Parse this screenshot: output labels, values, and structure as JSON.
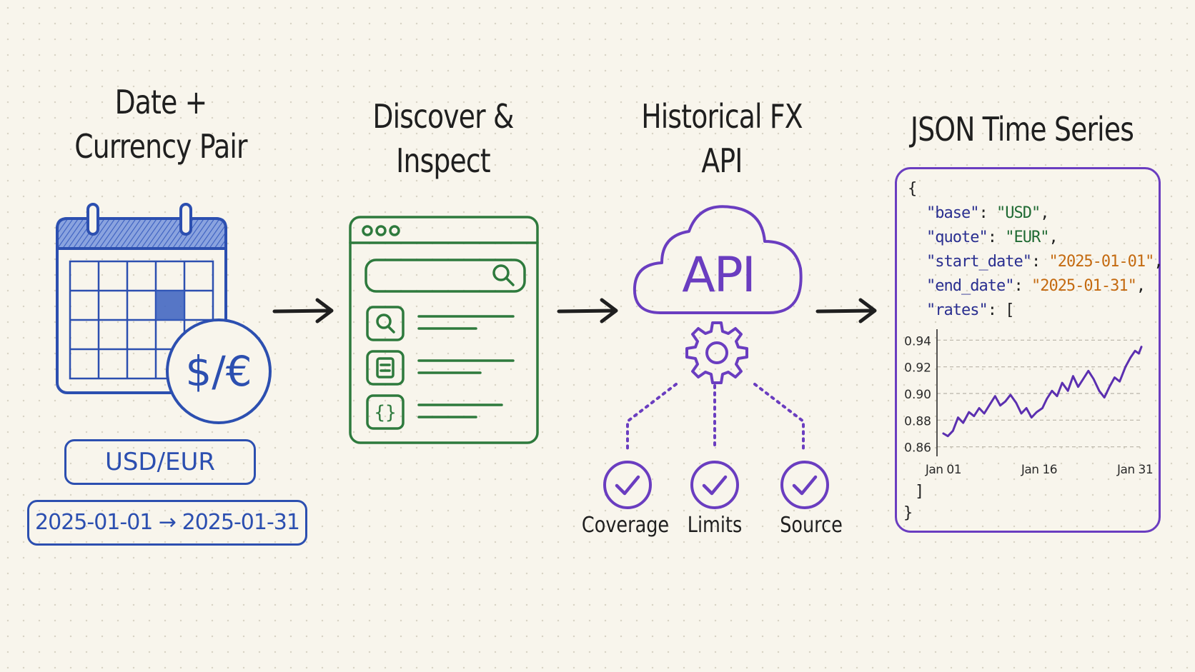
{
  "steps": [
    {
      "title": [
        "Date +",
        "Currency Pair"
      ],
      "color": "#2c4fb0"
    },
    {
      "title": [
        "Discover &",
        "Inspect"
      ],
      "color": "#2e7a3d"
    },
    {
      "title": [
        "Historical FX",
        "API"
      ],
      "color": "#6a3dc0"
    },
    {
      "title": [
        "JSON Time Series"
      ],
      "color": "#6a3dc0"
    }
  ],
  "input": {
    "currency_symbol": "$/€",
    "pair": "USD/EUR",
    "date_range": "2025-01-01 → 2025-01-31"
  },
  "browser": {
    "rows": [
      {
        "icon": "search-icon"
      },
      {
        "icon": "document-icon"
      },
      {
        "icon": "braces-icon"
      }
    ]
  },
  "api": {
    "cloud_label": "API",
    "checks": [
      "Coverage",
      "Limits",
      "Source"
    ]
  },
  "json": {
    "open_brace": "{",
    "base_key": "\"base\"",
    "base_val": "\"USD\"",
    "quote_key": "\"quote\"",
    "quote_val": "\"EUR\"",
    "start_key": "\"start_date\"",
    "start_val": "\"2025-01-01\"",
    "end_key": "\"end_date\"",
    "end_val": "\"2025-01-31\"",
    "rates_key": "\"rates\"",
    "rates_open": "[",
    "rates_close": "]",
    "close_brace": "}"
  },
  "chart_data": {
    "type": "line",
    "title": "",
    "xlabel": "",
    "ylabel": "",
    "x_tick_labels": [
      "Jan 01",
      "Jan 16",
      "Jan 31"
    ],
    "x_tick_positions": [
      1,
      16,
      31
    ],
    "y_ticks": [
      0.86,
      0.88,
      0.9,
      0.92,
      0.94
    ],
    "ylim": [
      0.855,
      0.945
    ],
    "xlim": [
      0,
      32
    ],
    "grid": true,
    "series": [
      {
        "values": [
          [
            1,
            0.87
          ],
          [
            1.7,
            0.868
          ],
          [
            2.5,
            0.872
          ],
          [
            3.3,
            0.882
          ],
          [
            4.1,
            0.878
          ],
          [
            5.0,
            0.886
          ],
          [
            5.8,
            0.883
          ],
          [
            6.6,
            0.889
          ],
          [
            7.4,
            0.885
          ],
          [
            8.3,
            0.892
          ],
          [
            9.1,
            0.898
          ],
          [
            9.9,
            0.891
          ],
          [
            10.7,
            0.894
          ],
          [
            11.5,
            0.899
          ],
          [
            12.4,
            0.893
          ],
          [
            13.2,
            0.885
          ],
          [
            14.0,
            0.889
          ],
          [
            14.8,
            0.882
          ],
          [
            15.6,
            0.886
          ],
          [
            16.5,
            0.889
          ],
          [
            17.2,
            0.896
          ],
          [
            18.0,
            0.902
          ],
          [
            18.8,
            0.898
          ],
          [
            19.6,
            0.908
          ],
          [
            20.5,
            0.902
          ],
          [
            21.3,
            0.913
          ],
          [
            22.1,
            0.905
          ],
          [
            22.9,
            0.911
          ],
          [
            23.7,
            0.917
          ],
          [
            24.5,
            0.911
          ],
          [
            25.4,
            0.902
          ],
          [
            26.2,
            0.897
          ],
          [
            27.0,
            0.905
          ],
          [
            27.8,
            0.912
          ],
          [
            28.6,
            0.909
          ],
          [
            29.5,
            0.92
          ],
          [
            30.3,
            0.927
          ],
          [
            31.0,
            0.932
          ],
          [
            31.6,
            0.93
          ],
          [
            32.0,
            0.935
          ]
        ]
      }
    ],
    "line_color": "#5b2fb0"
  }
}
